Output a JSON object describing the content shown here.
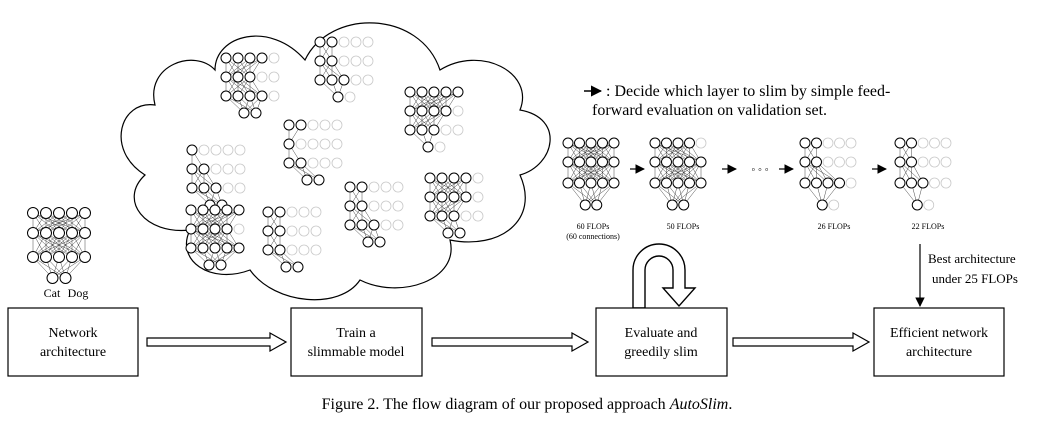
{
  "boxes": {
    "network_architecture": [
      "Network",
      "architecture"
    ],
    "train_slimmable": [
      "Train a",
      "slimmable model"
    ],
    "evaluate_slim": [
      "Evaluate and",
      "greedily slim"
    ],
    "efficient_network": [
      "Efficient network",
      "architecture"
    ]
  },
  "input_net": {
    "labels": [
      "Cat",
      "Dog"
    ]
  },
  "legend": {
    "line1": ": Decide which layer to slim by simple feed-",
    "line2": "forward evaluation on validation set."
  },
  "sequence": {
    "nets": [
      {
        "label": "60  FLOPs",
        "sublabel": "(60 connections)",
        "active": [
          5,
          5,
          5,
          2
        ]
      },
      {
        "label": "50 FLOPs",
        "sublabel": "",
        "active": [
          4,
          5,
          5,
          2
        ]
      },
      {
        "label": "26 FLOPs",
        "sublabel": "",
        "active": [
          2,
          2,
          4,
          1
        ]
      },
      {
        "label": "22 FLOPs",
        "sublabel": "",
        "active": [
          2,
          2,
          3,
          1
        ]
      }
    ],
    "ellipsis": "◦ ◦ ◦"
  },
  "best_note": [
    "Best architecture",
    "under 25 FLOPs"
  ],
  "caption": {
    "prefix": "Figure 2. The flow diagram of our proposed approach ",
    "emphasis": "AutoSlim",
    "suffix": "."
  },
  "cloud_nets": [
    {
      "active": [
        4,
        3,
        4,
        2
      ]
    },
    {
      "active": [
        2,
        2,
        3,
        1
      ]
    },
    {
      "active": [
        5,
        4,
        3,
        1
      ]
    },
    {
      "active": [
        1,
        2,
        3,
        2
      ]
    },
    {
      "active": [
        2,
        1,
        2,
        2
      ]
    },
    {
      "active": [
        5,
        4,
        5,
        2
      ]
    },
    {
      "active": [
        2,
        2,
        3,
        2
      ]
    },
    {
      "active": [
        2,
        2,
        2,
        2
      ]
    },
    {
      "active": [
        4,
        4,
        3,
        2
      ]
    }
  ]
}
